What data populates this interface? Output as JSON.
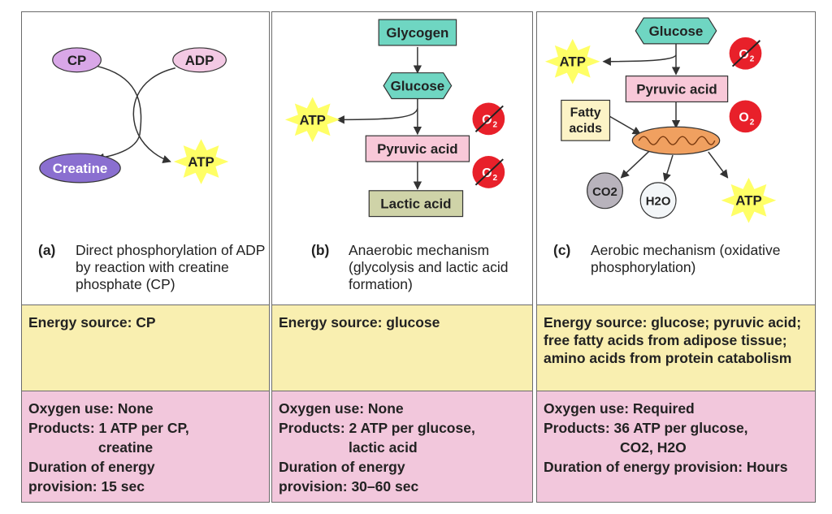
{
  "colors": {
    "energy_band": "#f9efb0",
    "products_band": "#f2c7dc",
    "box_teal": "#6fd6c2",
    "box_pink": "#f8c8d8",
    "box_olive": "#cfd3a8",
    "box_cream": "#fcf3c6",
    "atp_star": "#ffff66",
    "oxygen_red": "#e8202a",
    "cp_purple": "#d9a7e8",
    "creatine_purple": "#8a6fd0",
    "mito_orange": "#f0a060"
  },
  "panel_a": {
    "diagram": {
      "cp": "CP",
      "adp": "ADP",
      "creatine": "Creatine",
      "atp": "ATP"
    },
    "caption": {
      "tag": "(a)",
      "text": "Direct phosphorylation of ADP by reaction with creatine phosphate (CP)"
    },
    "energy_source": "Energy source: CP",
    "lines": [
      "Oxygen use: None",
      "Products: 1 ATP per CP,",
      "creatine",
      "Duration of energy",
      "provision: 15 sec"
    ]
  },
  "panel_b": {
    "diagram": {
      "glycogen": "Glycogen",
      "glucose": "Glucose",
      "atp": "ATP",
      "pyruvic_acid": "Pyruvic acid",
      "lactic_acid": "Lactic acid",
      "oxygen": "O2"
    },
    "caption": {
      "tag": "(b)",
      "text": "Anaerobic mechanism (glycolysis and lactic acid formation)"
    },
    "energy_source": "Energy source: glucose",
    "lines": [
      "Oxygen use: None",
      "Products: 2 ATP per glucose,",
      "lactic acid",
      "Duration of energy",
      "provision: 30–60 sec"
    ]
  },
  "panel_c": {
    "diagram": {
      "glucose": "Glucose",
      "atp_left": "ATP",
      "pyruvic_acid": "Pyruvic acid",
      "fatty_acids_1": "Fatty",
      "fatty_acids_2": "acids",
      "oxygen": "O2",
      "co2": "CO2",
      "h2o": "H2O",
      "atp_right": "ATP"
    },
    "caption": {
      "tag": "(c)",
      "text": "Aerobic mechanism (oxidative phosphorylation)"
    },
    "energy_source": "Energy source: glucose; pyruvic acid; free fatty acids from adipose tissue; amino acids from protein catabolism",
    "lines": [
      "Oxygen use: Required",
      "Products: 36 ATP per glucose,",
      "CO2, H2O",
      "Duration of energy provision: Hours"
    ]
  }
}
